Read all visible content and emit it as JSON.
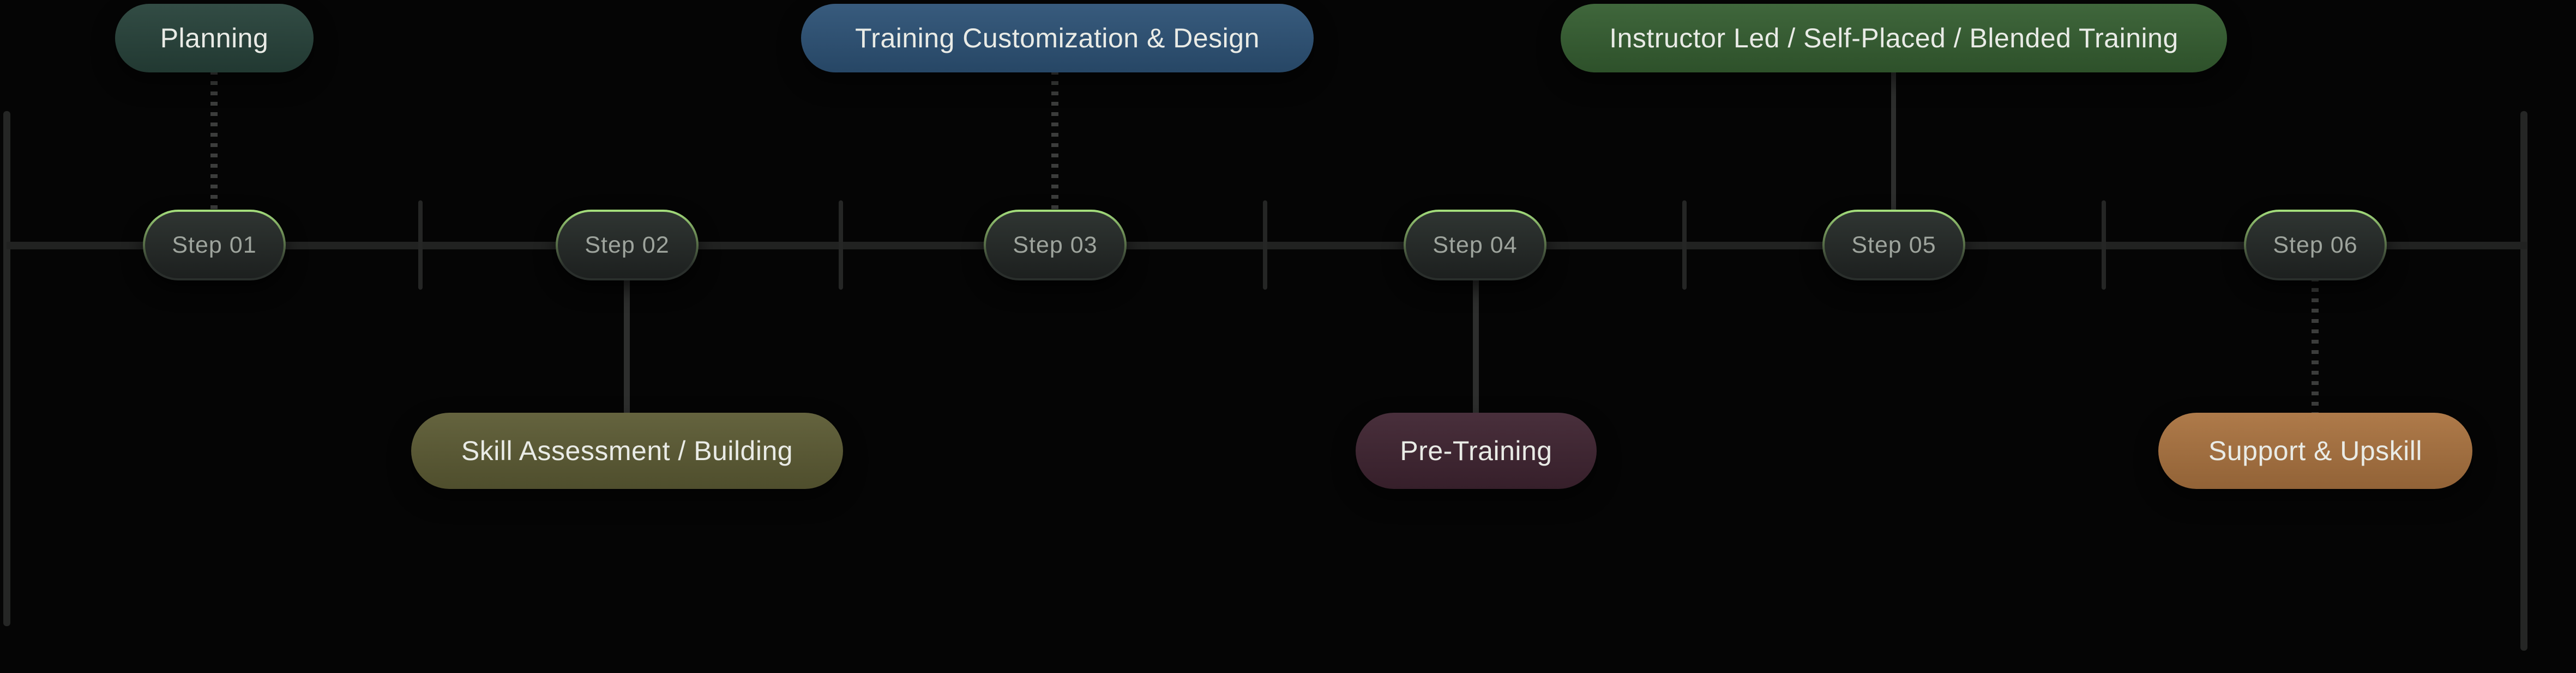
{
  "section_name": "Training Process Timeline",
  "colors": {
    "background": "#050505",
    "timeline_line": "#212221",
    "tick": "#252625",
    "dotted_connector": "#3c3d3c",
    "solid_connector": "#2d2e2d",
    "step_border_green": "#a6e17d",
    "step_text": "#9ea49d",
    "label_text": "#e9ebe6",
    "planning_fill": "#27423a",
    "training_customization_fill": "#2d5276",
    "instructor_led_fill": "#355e31",
    "skill_assessment_fill": "#5c5b34",
    "pre_training_fill": "#3f2431",
    "support_upskill_fill": "#aa7340"
  },
  "steps": [
    {
      "label": "Step 01"
    },
    {
      "label": "Step 02"
    },
    {
      "label": "Step 03"
    },
    {
      "label": "Step 04"
    },
    {
      "label": "Step 05"
    },
    {
      "label": "Step 06"
    }
  ],
  "callouts": [
    {
      "label": "Planning",
      "step": "Step 01",
      "position": "top",
      "connector": "dotted",
      "fill": "#27423a"
    },
    {
      "label": "Skill Assessment / Building",
      "step": "Step 02",
      "position": "bottom",
      "connector": "solid",
      "fill": "#5c5b34"
    },
    {
      "label": "Training Customization & Design",
      "step": "Step 03",
      "position": "top",
      "connector": "dotted",
      "fill": "#2d5276"
    },
    {
      "label": "Pre-Training",
      "step": "Step 04",
      "position": "bottom",
      "connector": "solid",
      "fill": "#3f2431"
    },
    {
      "label": "Instructor Led / Self-Placed / Blended Training",
      "step": "Step 05",
      "position": "top",
      "connector": "solid",
      "fill": "#355e31"
    },
    {
      "label": "Support & Upskill",
      "step": "Step 06",
      "position": "bottom",
      "connector": "dotted",
      "fill": "#aa7340"
    }
  ]
}
